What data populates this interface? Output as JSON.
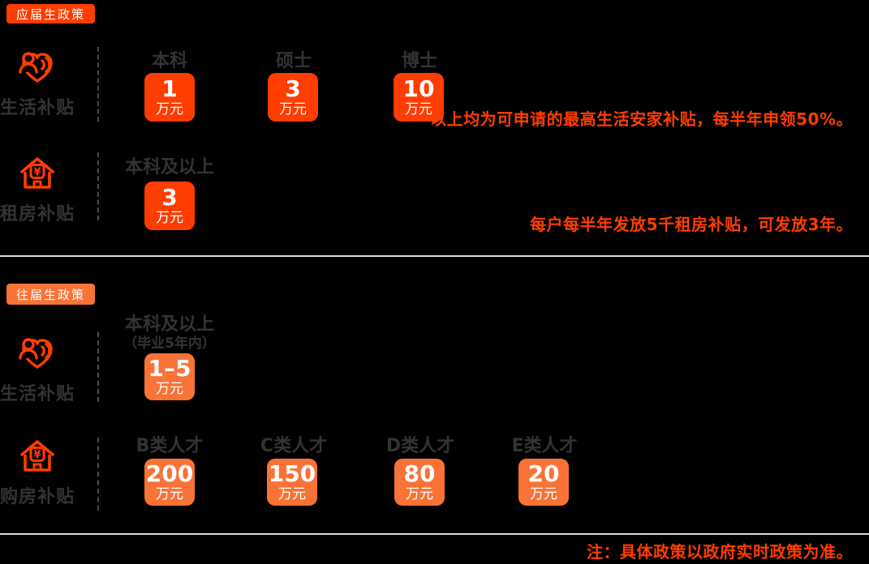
{
  "colors": {
    "background": "#000000",
    "fresh_accent": "#FF3D00",
    "previous_accent": "#F97336",
    "label_text": "#333333",
    "divider_line": "#D9D9D9",
    "dashed_line": "#4D4D4D",
    "badge_text": "#FFFFFF"
  },
  "sections": [
    {
      "badge": "应届生政策",
      "rows": [
        {
          "icon": "care-people-icon",
          "label": "生活补贴",
          "columns": [
            {
              "header": "本科",
              "value": "1",
              "unit": "万元"
            },
            {
              "header": "硕士",
              "value": "3",
              "unit": "万元"
            },
            {
              "header": "博士",
              "value": "10",
              "unit": "万元"
            }
          ],
          "note": "以上均为可申请的最高生活安家补贴，每半年申领50%。"
        },
        {
          "icon": "house-yuan-icon",
          "label": "租房补贴",
          "columns": [
            {
              "header": "本科及以上",
              "value": "3",
              "unit": "万元"
            }
          ],
          "note": "每户每半年发放5千租房补贴，可发放3年。"
        }
      ]
    },
    {
      "badge": "往届生政策",
      "rows": [
        {
          "icon": "care-people-icon",
          "label": "生活补贴",
          "columns": [
            {
              "header": "本科及以上",
              "subheader": "（毕业5年内）",
              "value": "1–5",
              "unit": "万元"
            }
          ]
        },
        {
          "icon": "house-yuan-icon",
          "label": "购房补贴",
          "columns": [
            {
              "header": "B类人才",
              "value": "200",
              "unit": "万元"
            },
            {
              "header": "C类人才",
              "value": "150",
              "unit": "万元"
            },
            {
              "header": "D类人才",
              "value": "80",
              "unit": "万元"
            },
            {
              "header": "E类人才",
              "value": "20",
              "unit": "万元"
            }
          ]
        }
      ]
    }
  ],
  "footer_note": "注：具体政策以政府实时政策为准。"
}
